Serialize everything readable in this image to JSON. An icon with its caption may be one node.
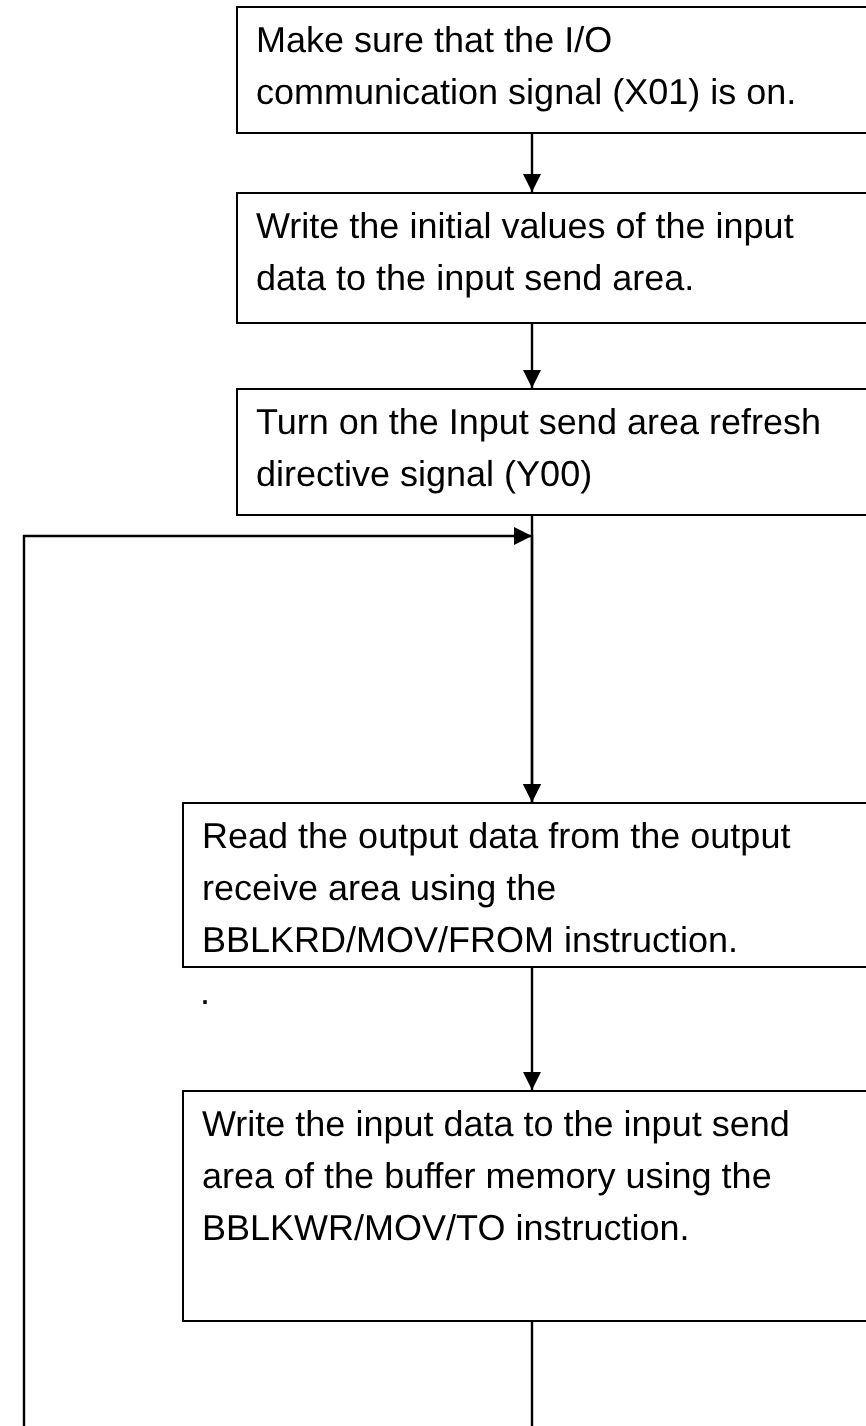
{
  "diagram": {
    "nodes": [
      {
        "text": [
          "Make sure that the I/O communication signal (X01) is on."
        ]
      },
      {
        "text": [
          "Write the initial values of the input data to the input send area."
        ]
      },
      {
        "text": [
          "Turn on the Input send area refresh directive signal (Y00)"
        ]
      },
      {
        "text": [
          "Read the output data from the output receive area using the BBLKRD/MOV/FROM instruction."
        ]
      },
      {
        "text": [
          "Write the input data to the input send area of the buffer memory using the BBLKWR/MOV/TO instruction."
        ]
      }
    ],
    "edges": [
      {
        "from": 0,
        "to": 1,
        "arrow": "to"
      },
      {
        "from": 1,
        "to": 2,
        "arrow": "to"
      },
      {
        "from": 2,
        "to": 3,
        "arrow": "to"
      },
      {
        "from": 3,
        "to": 4,
        "arrow": "to"
      },
      {
        "from": 4,
        "to": 3,
        "arrow": "to"
      }
    ],
    "labels": [
      "."
    ]
  }
}
